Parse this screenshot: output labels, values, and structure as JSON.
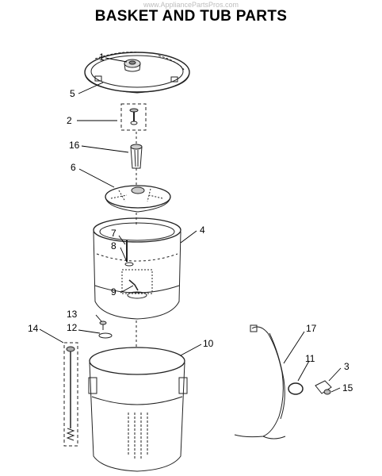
{
  "page": {
    "watermark": "www.AppliancePartsPros.com",
    "title": "BASKET AND TUB PARTS"
  },
  "callouts": [
    {
      "id": "1",
      "label": "1"
    },
    {
      "id": "5",
      "label": "5"
    },
    {
      "id": "2",
      "label": "2"
    },
    {
      "id": "16",
      "label": "16"
    },
    {
      "id": "6",
      "label": "6"
    },
    {
      "id": "4",
      "label": "4"
    },
    {
      "id": "7",
      "label": "7"
    },
    {
      "id": "8",
      "label": "8"
    },
    {
      "id": "9",
      "label": "9"
    },
    {
      "id": "13",
      "label": "13"
    },
    {
      "id": "12",
      "label": "12"
    },
    {
      "id": "14",
      "label": "14"
    },
    {
      "id": "10",
      "label": "10"
    },
    {
      "id": "17",
      "label": "17"
    },
    {
      "id": "11",
      "label": "11"
    },
    {
      "id": "3",
      "label": "3"
    },
    {
      "id": "15",
      "label": "15"
    }
  ]
}
